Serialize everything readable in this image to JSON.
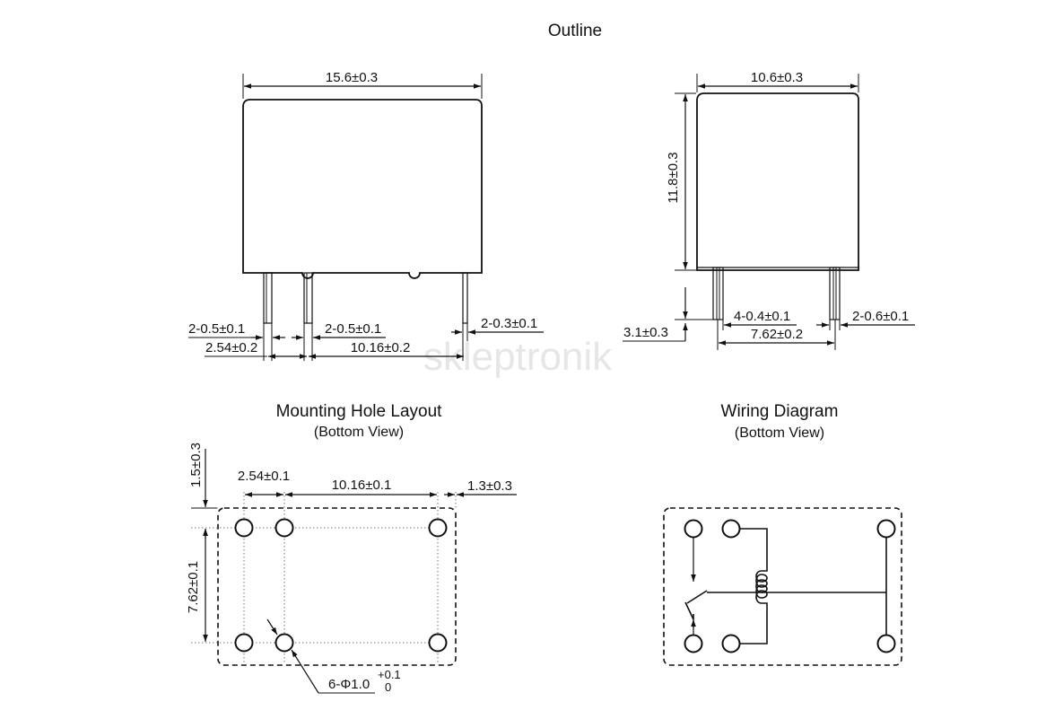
{
  "watermark": "skleptronik",
  "outline": {
    "title": "Outline",
    "front": {
      "width": "15.6±0.3",
      "pin_a": "2-0.5±0.1",
      "pin_b": "2-0.5±0.1",
      "pin_c": "2-0.3±0.1",
      "pitch_a": "2.54±0.2",
      "pitch_b": "10.16±0.2"
    },
    "side": {
      "width": "10.6±0.3",
      "height": "11.8±0.3",
      "pin_len": "3.1±0.3",
      "pin_a": "4-0.4±0.1",
      "pin_b": "2-0.6±0.1",
      "pitch": "7.62±0.2"
    }
  },
  "mounting": {
    "title": "Mounting Hole Layout",
    "subtitle": "(Bottom View)",
    "edge_top": "1.5±0.3",
    "pitch_a": "2.54±0.1",
    "pitch_b": "10.16±0.1",
    "edge_right": "1.3±0.3",
    "row_pitch": "7.62±0.1",
    "hole_label": "6-Φ1.0",
    "hole_tol_upper": "+0.1",
    "hole_tol_lower": "0"
  },
  "wiring": {
    "title": "Wiring Diagram",
    "subtitle": "(Bottom View)"
  }
}
